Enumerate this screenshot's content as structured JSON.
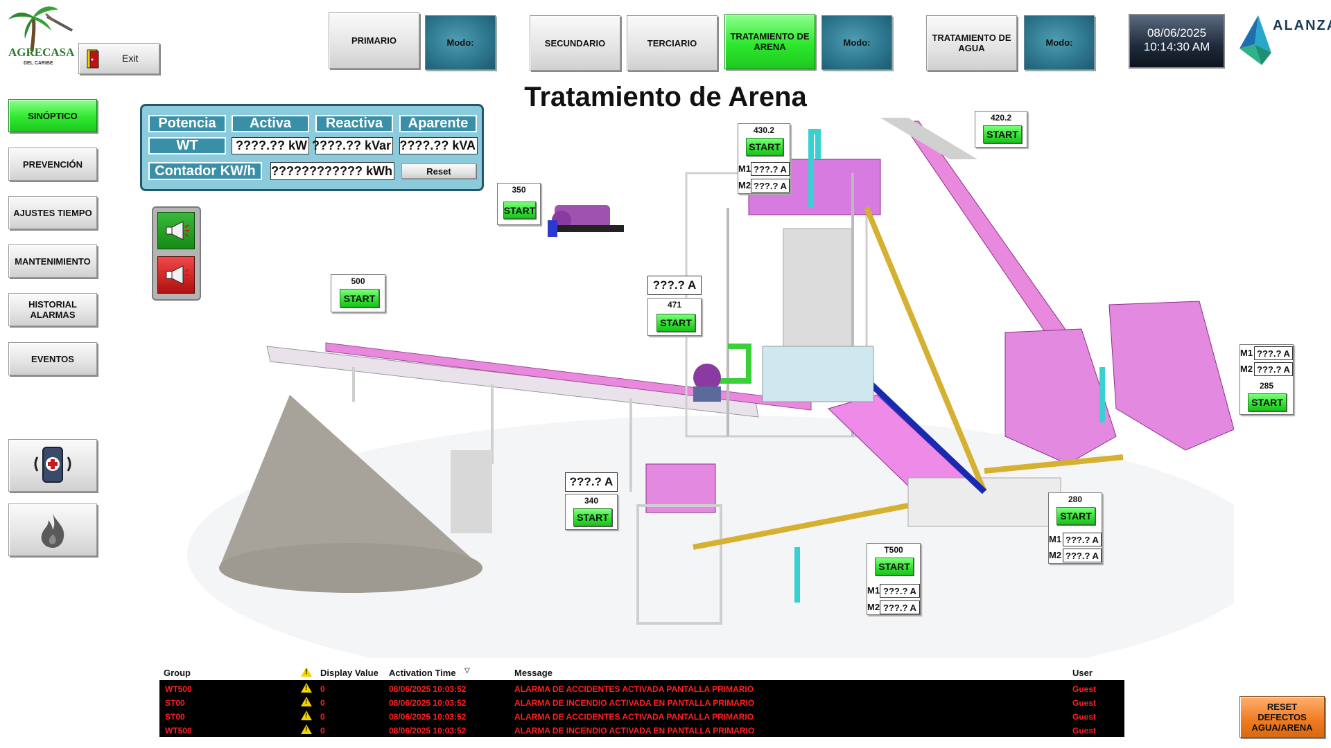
{
  "logo_left": {
    "line1": "AGRECASA",
    "line2": "DEL CARIBE"
  },
  "logo_right": {
    "text": "ALANZA"
  },
  "exit_label": "Exit",
  "topnav": {
    "primario": "PRIMARIO",
    "modo": "Modo:",
    "secundario": "SECUNDARIO",
    "terciario": "TERCIARIO",
    "tratamiento_arena": "TRATAMIENTO DE ARENA",
    "tratamiento_agua": "TRATAMIENTO DE AGUA"
  },
  "datetime": {
    "date": "08/06/2025",
    "time": "10:14:30 AM"
  },
  "page_title": "Tratamiento de Arena",
  "sidebar": {
    "sinoptico": "SINÓPTICO",
    "prevencion": "PREVENCIÓN",
    "ajustes": "AJUSTES TIEMPO",
    "mantenimiento": "MANTENIMIENTO",
    "historial": "HISTORIAL ALARMAS",
    "eventos": "EVENTOS"
  },
  "power": {
    "h_potencia": "Potencia",
    "h_activa": "Activa",
    "h_reactiva": "Reactiva",
    "h_aparente": "Aparente",
    "wt": "WT",
    "kw": "????.?? kW",
    "kvar": "????.?? kVar",
    "kva": "????.?? kVA",
    "contador": "Contador KW/h",
    "kwh": "???????????? kWh",
    "reset": "Reset"
  },
  "equipment": {
    "e350": {
      "num": "350",
      "start": "START"
    },
    "e500": {
      "num": "500",
      "start": "START"
    },
    "e471": {
      "num": "471",
      "start": "START",
      "amp": "???.? A"
    },
    "e430": {
      "num": "430.2",
      "start": "START",
      "m1": "M1",
      "m1v": "???.? A",
      "m2": "M2",
      "m2v": "???.? A"
    },
    "e420": {
      "num": "420.2",
      "start": "START"
    },
    "e285": {
      "num": "285",
      "start": "START",
      "m1": "M1",
      "m1v": "???.? A",
      "m2": "M2",
      "m2v": "???.? A"
    },
    "e340": {
      "num": "340",
      "start": "START",
      "amp": "???.? A"
    },
    "e280": {
      "num": "280",
      "start": "START",
      "m1": "M1",
      "m1v": "???.? A",
      "m2": "M2",
      "m2v": "???.? A"
    },
    "t500": {
      "num": "T500",
      "start": "START",
      "m1": "M1",
      "m1v": "???.? A",
      "m2": "M2",
      "m2v": "???.? A"
    }
  },
  "alarms": {
    "headers": {
      "group": "Group",
      "display_value": "Display Value",
      "activation_time": "Activation Time",
      "message": "Message",
      "user": "User"
    },
    "rows": [
      {
        "group": "WT500",
        "value": "0",
        "time": "08/06/2025 10:03:52",
        "message": "ALARMA DE ACCIDENTES ACTIVADA PANTALLA PRIMARIO",
        "user": "Guest"
      },
      {
        "group": "ST00",
        "value": "0",
        "time": "08/06/2025 10:03:52",
        "message": "ALARMA DE INCENDIO  ACTIVADA EN PANTALLA PRIMARIO",
        "user": "Guest"
      },
      {
        "group": "ST00",
        "value": "0",
        "time": "08/06/2025 10:03:52",
        "message": "ALARMA DE ACCIDENTES ACTIVADA PANTALLA PRIMARIO",
        "user": "Guest"
      },
      {
        "group": "WT500",
        "value": "0",
        "time": "08/06/2025 10:03:52",
        "message": "ALARMA DE INCENDIO  ACTIVADA EN PANTALLA PRIMARIO",
        "user": "Guest"
      }
    ]
  },
  "reset_defectos": "RESET DEFECTOS AGUA/ARENA",
  "colors": {
    "accent_green": "#2ee82e",
    "modo_teal": "#2e7890",
    "panel_blue": "#8ccbdc",
    "alarm_red": "#ff2020",
    "conveyor_pink": "#e98ce0"
  }
}
